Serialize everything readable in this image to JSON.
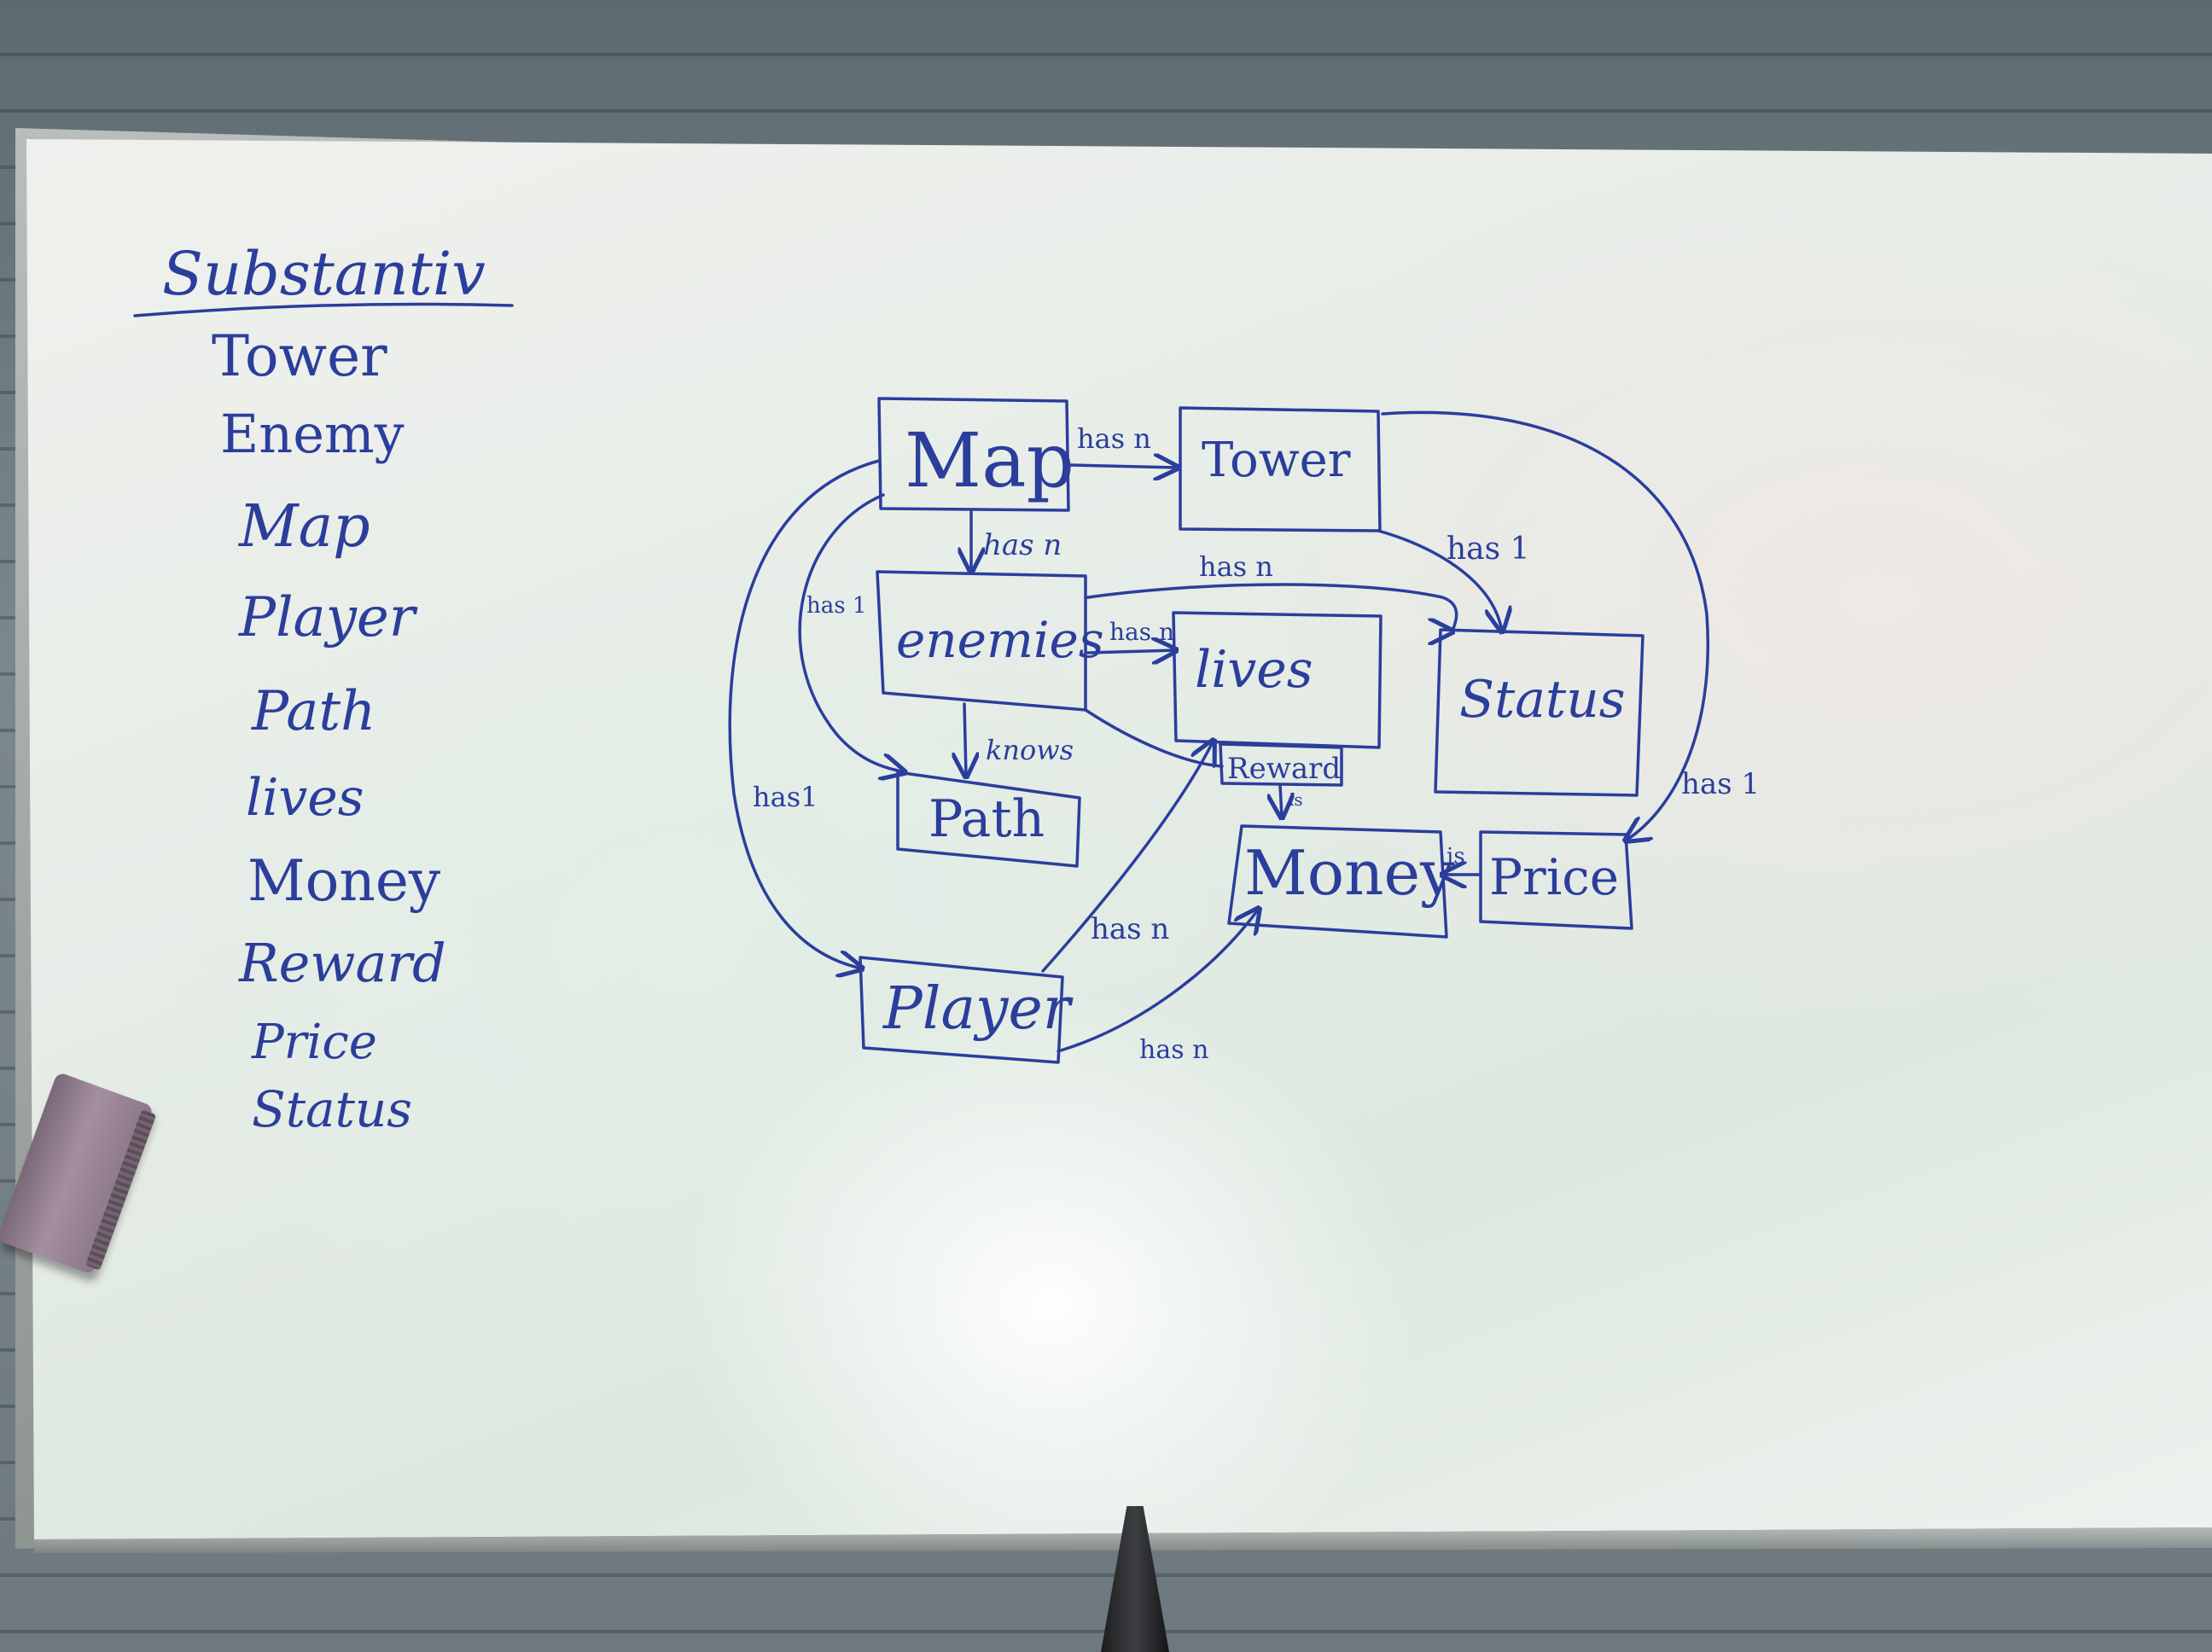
{
  "list": {
    "heading": "Substantiv",
    "items": [
      "Tower",
      "Enemy",
      "Map",
      "Player",
      "Path",
      "lives",
      "Money",
      "Reward",
      "Price",
      "Status"
    ]
  },
  "diagram": {
    "nodes": {
      "map": "Map",
      "tower": "Tower",
      "enemies": "enemies",
      "lives": "lives",
      "status": "Status",
      "path": "Path",
      "reward": "Reward",
      "money": "Money",
      "price": "Price",
      "player": "Player"
    },
    "edges": {
      "map_tower": "has n",
      "map_enemies": "has n",
      "map_path": "has 1",
      "map_player": "has1",
      "enemies_status": "has n",
      "tower_status": "has 1",
      "tower_price": "has 1",
      "enemies_lives": "has n",
      "enemies_path": "knows",
      "reward_money": "is",
      "price_money": "is",
      "player_lives": "has n",
      "player_money": "has n"
    }
  },
  "colors": {
    "ink": "#2b3e9c",
    "board": "#eaefea",
    "eraser": "#9a879a"
  }
}
